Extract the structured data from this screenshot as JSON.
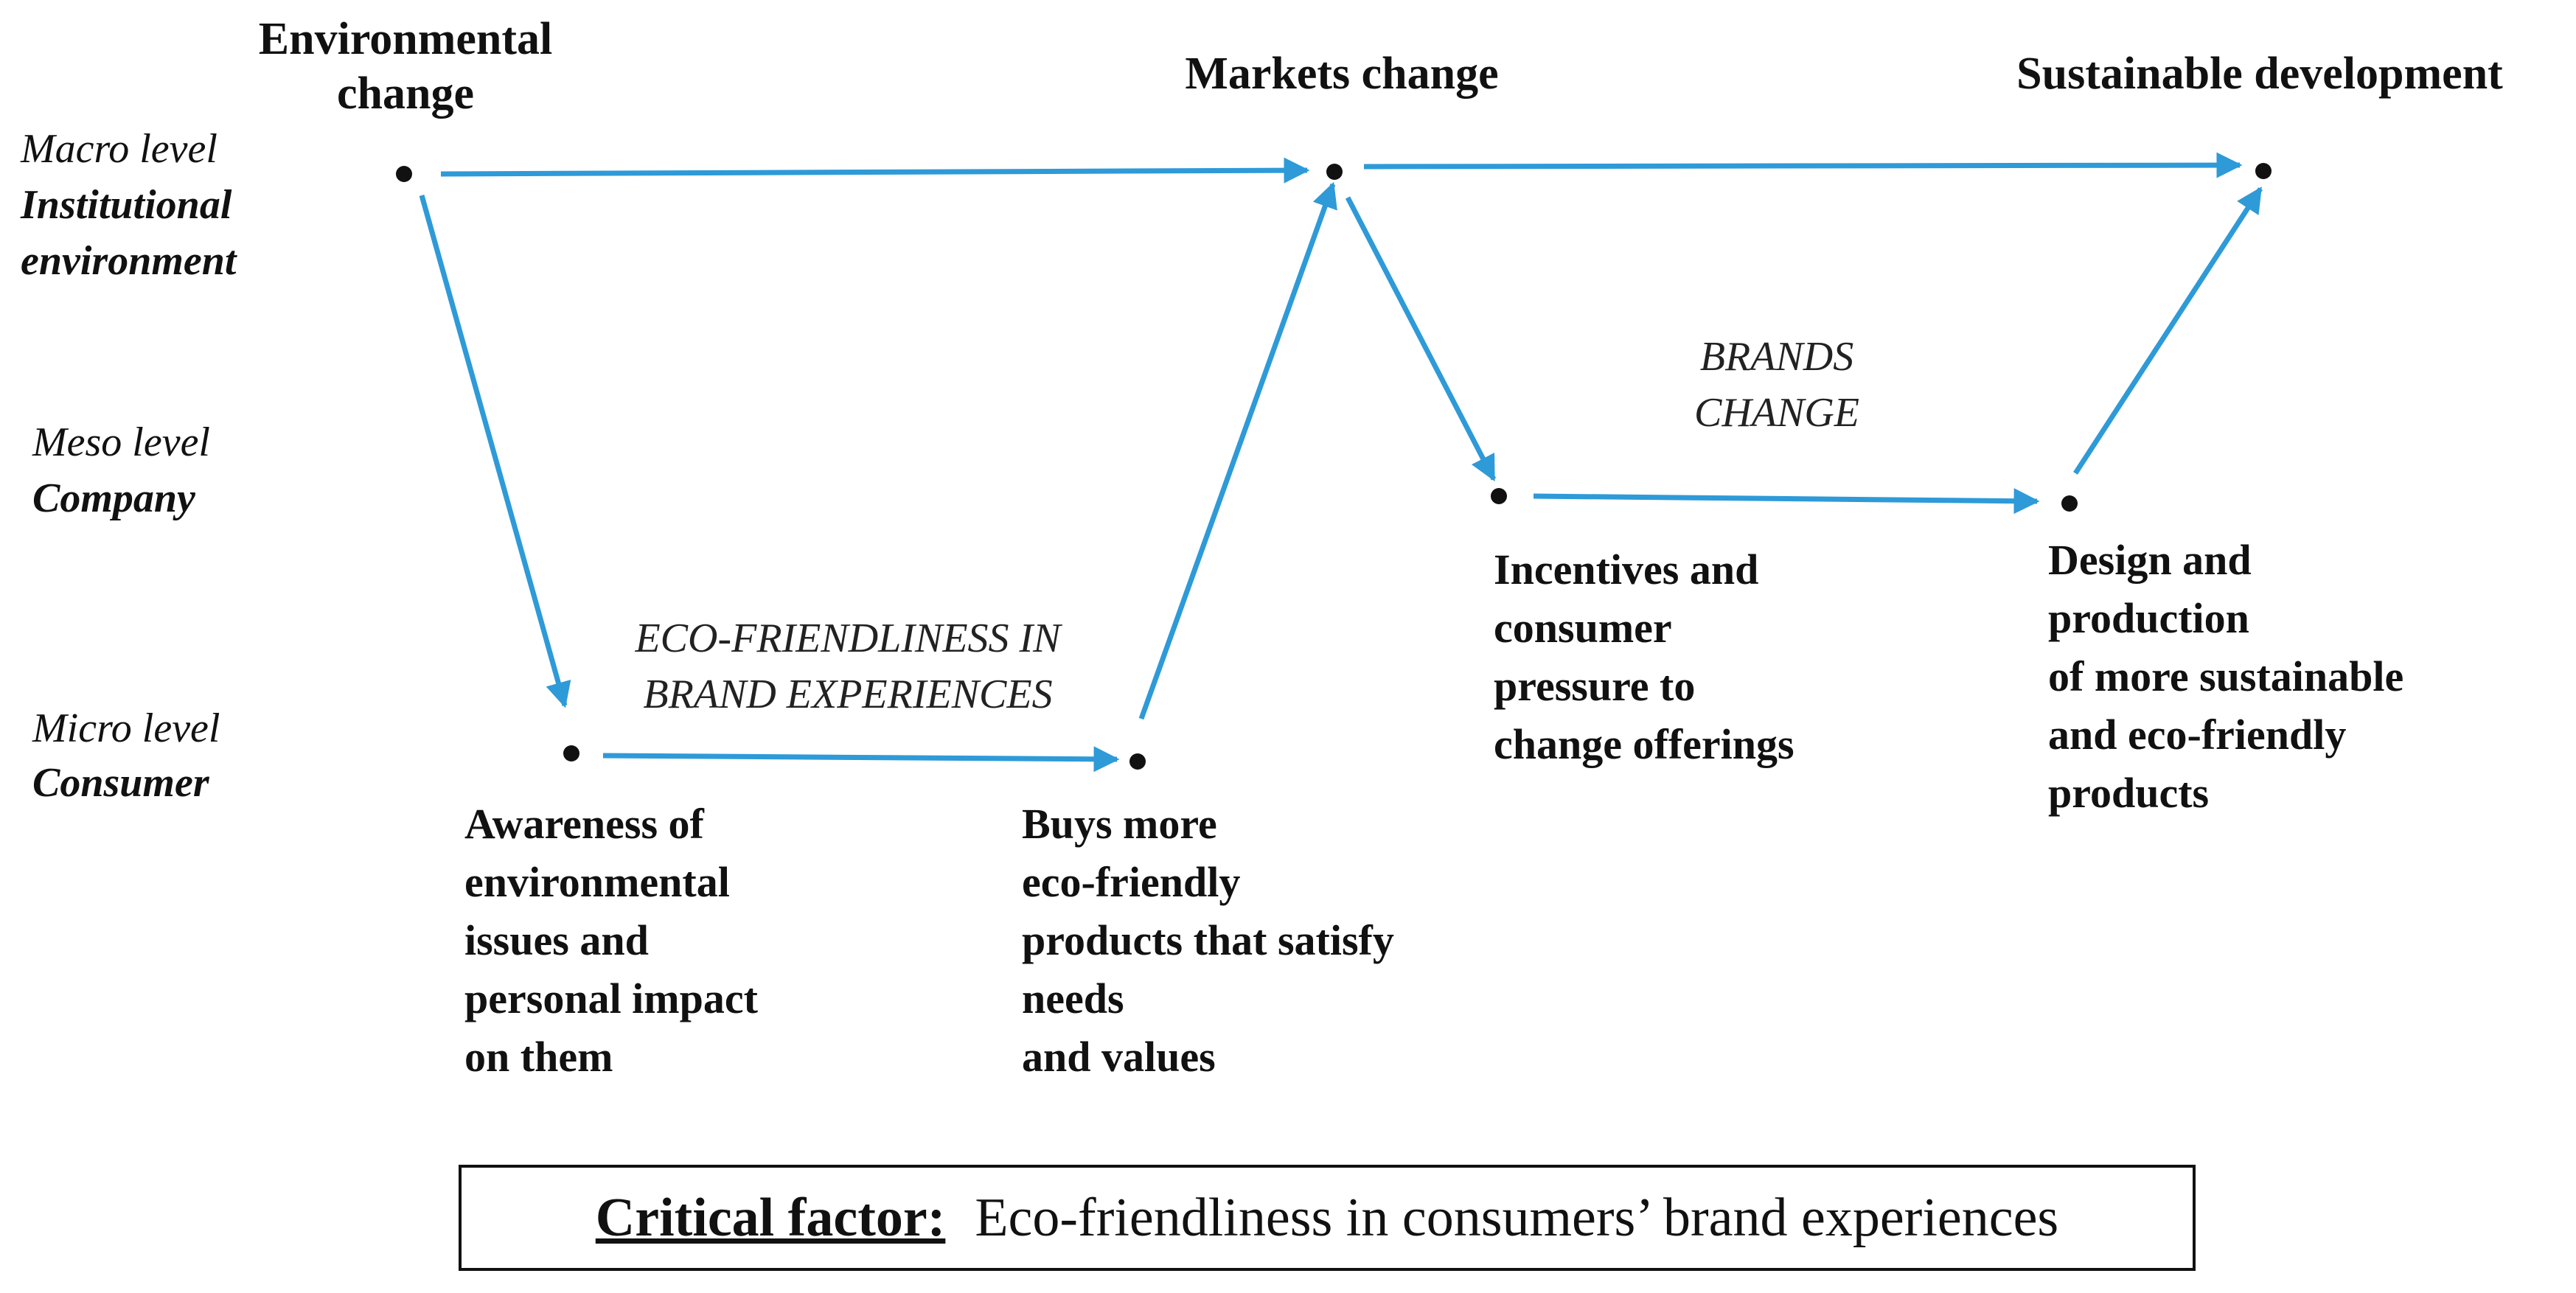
{
  "headings": {
    "environmental_change": "Environmental\nchange",
    "markets_change": "Markets change",
    "sustainable_development": "Sustainable development"
  },
  "levels": {
    "macro": {
      "name": "Macro level",
      "sub": "Institutional\nenvironment"
    },
    "meso": {
      "name": "Meso level",
      "sub": "Company"
    },
    "micro": {
      "name": "Micro level",
      "sub": "Consumer"
    }
  },
  "flows": {
    "eco_friendliness": "ECO-FRIENDLINESS IN\nBRAND EXPERIENCES",
    "brands_change": "BRANDS\nCHANGE"
  },
  "nodes": {
    "awareness": "Awareness of\nenvironmental\nissues and\npersonal impact\non them",
    "buys": "Buys more\neco-friendly\nproducts that satisfy\nneeds\nand values",
    "incentives": "Incentives and\nconsumer\npressure to\nchange offerings",
    "design": "Design and\nproduction\nof more sustainable\nand eco-friendly\nproducts"
  },
  "critical_factor": {
    "label": "Critical factor:",
    "text": "Eco-friendliness in consumers’ brand experiences"
  },
  "colors": {
    "arrow": "#2e9ad8",
    "dot": "#111111"
  }
}
